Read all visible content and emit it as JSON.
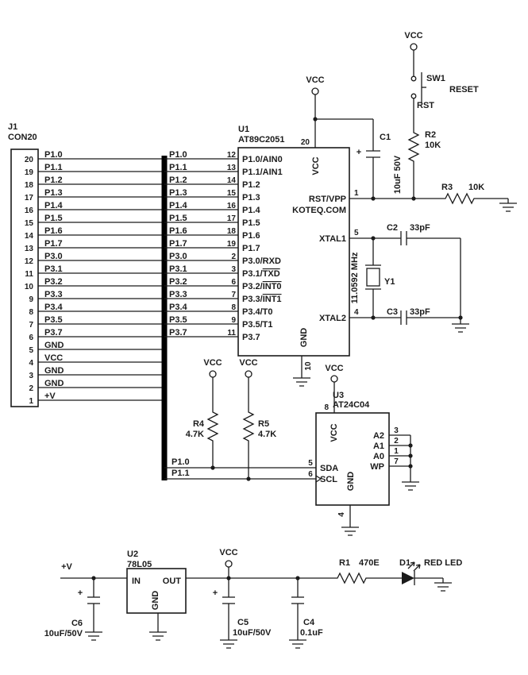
{
  "page": {
    "bg": "#ffffff",
    "ink": "#1b1b1b"
  },
  "j1": {
    "ref": "J1",
    "part": "CON20",
    "pins": [
      {
        "num": "20",
        "net": "P1.0"
      },
      {
        "num": "19",
        "net": "P1.1"
      },
      {
        "num": "18",
        "net": "P1.2"
      },
      {
        "num": "17",
        "net": "P1.3"
      },
      {
        "num": "16",
        "net": "P1.4"
      },
      {
        "num": "15",
        "net": "P1.5"
      },
      {
        "num": "14",
        "net": "P1.6"
      },
      {
        "num": "13",
        "net": "P1.7"
      },
      {
        "num": "12",
        "net": "P3.0"
      },
      {
        "num": "11",
        "net": "P3.1"
      },
      {
        "num": "10",
        "net": "P3.2"
      },
      {
        "num": "9",
        "net": "P3.3"
      },
      {
        "num": "8",
        "net": "P3.4"
      },
      {
        "num": "7",
        "net": "P3.5"
      },
      {
        "num": "6",
        "net": "P3.7"
      },
      {
        "num": "5",
        "net": "GND"
      },
      {
        "num": "4",
        "net": "VCC"
      },
      {
        "num": "3",
        "net": "GND"
      },
      {
        "num": "2",
        "net": "GND"
      },
      {
        "num": "1",
        "net": "+V"
      }
    ]
  },
  "u1": {
    "ref": "U1",
    "part": "AT89C2051",
    "brand": "KOTEQ.COM",
    "vcc_label": "VCC",
    "gnd_label": "GND",
    "vcc_pin": "20",
    "gnd_pin": "10",
    "rst_pin": "1",
    "rst_label": "RST/VPP",
    "xtal1_pin": "5",
    "xtal1_label": "XTAL1",
    "xtal2_pin": "4",
    "xtal2_label": "XTAL2",
    "rows": [
      {
        "net": "P1.0",
        "pin": "12",
        "label": {
          "t": "P1.0/AIN0"
        }
      },
      {
        "net": "P1.1",
        "pin": "13",
        "label": {
          "t": "P1.1/AIN1"
        }
      },
      {
        "net": "P1.2",
        "pin": "14",
        "label": {
          "t": "P1.2"
        }
      },
      {
        "net": "P1.3",
        "pin": "15",
        "label": {
          "t": "P1.3"
        }
      },
      {
        "net": "P1.4",
        "pin": "16",
        "label": {
          "t": "P1.4"
        }
      },
      {
        "net": "P1.5",
        "pin": "17",
        "label": {
          "t": "P1.5"
        }
      },
      {
        "net": "P1.6",
        "pin": "18",
        "label": {
          "t": "P1.6"
        }
      },
      {
        "net": "P1.7",
        "pin": "19",
        "label": {
          "t": "P1.7"
        }
      },
      {
        "net": "P3.0",
        "pin": "2",
        "label": {
          "t": "P3.0/RXD"
        }
      },
      {
        "net": "P3.1",
        "pin": "3",
        "label": {
          "base": "P3.1/",
          "over": "TXD"
        }
      },
      {
        "net": "P3.2",
        "pin": "6",
        "label": {
          "base": "P3.2/",
          "over": "INT0"
        }
      },
      {
        "net": "P3.3",
        "pin": "7",
        "label": {
          "base": "P3.3/",
          "over": "INT1"
        }
      },
      {
        "net": "P3.4",
        "pin": "8",
        "label": {
          "t": "P3.4/T0"
        }
      },
      {
        "net": "P3.5",
        "pin": "9",
        "label": {
          "t": "P3.5/T1"
        }
      },
      {
        "net": "P3.7",
        "pin": "11",
        "label": {
          "t": "P3.7"
        }
      }
    ]
  },
  "power": {
    "vcc_u1": "VCC"
  },
  "c1": {
    "ref": "C1",
    "plus": "+",
    "value": "10uF 50V"
  },
  "sw1": {
    "vcc": "VCC",
    "ref": "SW1",
    "function": "RESET",
    "net": "RST"
  },
  "r2": {
    "ref": "R2",
    "value": "10K"
  },
  "r3": {
    "ref": "R3",
    "value": "10K"
  },
  "c2": {
    "ref": "C2",
    "value": "33pF"
  },
  "c3": {
    "ref": "C3",
    "value": "33pF"
  },
  "y1": {
    "ref": "Y1",
    "value": "11.0592 MHz"
  },
  "r4": {
    "vcc": "VCC",
    "ref": "R4",
    "value": "4.7K"
  },
  "r5": {
    "vcc": "VCC",
    "ref": "R5",
    "value": "4.7K"
  },
  "u3": {
    "ref": "U3",
    "part": "AT24C04",
    "vcc": "VCC",
    "vcc_label": "VCC",
    "gnd_label": "GND",
    "vcc_pin": "8",
    "gnd_pin": "4",
    "right_pins": [
      {
        "num": "3",
        "label": "A2"
      },
      {
        "num": "2",
        "label": "A1"
      },
      {
        "num": "1",
        "label": "A0"
      },
      {
        "num": "7",
        "label": "WP"
      }
    ],
    "left_pins": [
      {
        "num": "5",
        "label": "SDA",
        "net": "P1.0"
      },
      {
        "num": "6",
        "label": "SCL",
        "net": "P1.1"
      }
    ]
  },
  "vin": {
    "label": "+V"
  },
  "c6": {
    "ref": "C6",
    "plus": "+",
    "value": "10uF/50V"
  },
  "u2": {
    "ref": "U2",
    "part": "78L05",
    "in": "IN",
    "out": "OUT",
    "gnd": "GND"
  },
  "vcc_out": {
    "label": "VCC"
  },
  "c5": {
    "ref": "C5",
    "plus": "+",
    "value": "10uF/50V"
  },
  "c4": {
    "ref": "C4",
    "value": "0.1uF"
  },
  "r1": {
    "ref": "R1",
    "value": "470E"
  },
  "d1": {
    "ref": "D1",
    "value": "RED LED"
  }
}
